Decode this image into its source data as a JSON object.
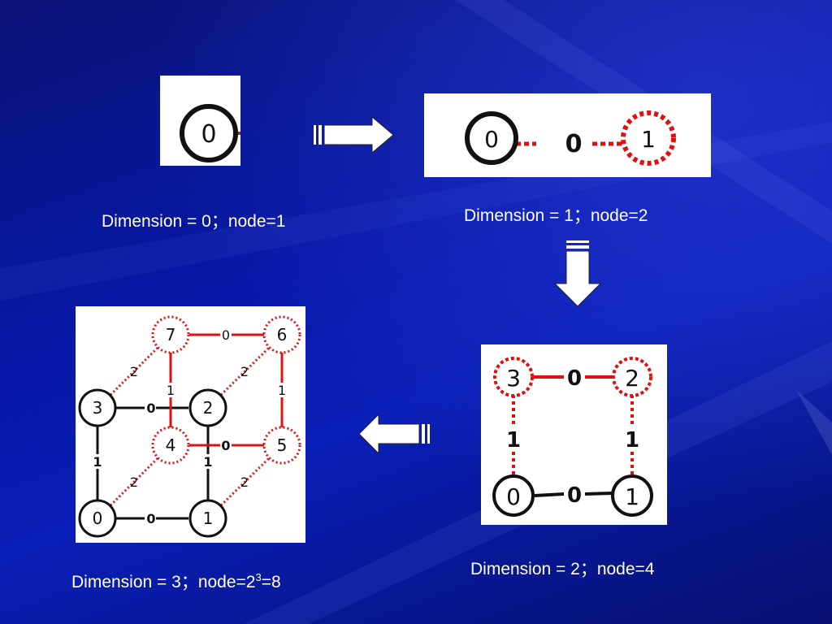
{
  "colors": {
    "background": "#0a1aa8",
    "edge_red": "#e01010",
    "node_black": "#111111",
    "panel": "#ffffff"
  },
  "captions": {
    "dim0": "Dimension = 0；node=1",
    "dim1": "Dimension = 1；node=2",
    "dim2": "Dimension = 2；node=4",
    "dim3_prefix": "Dimension = 3；node=2",
    "dim3_sup": "3",
    "dim3_suffix": "=8"
  },
  "dim0": {
    "nodes": [
      "0"
    ]
  },
  "dim1": {
    "nodes": [
      "0",
      "1"
    ],
    "edge_label": "0"
  },
  "dim2": {
    "nodes": [
      "0",
      "1",
      "2",
      "3"
    ],
    "edge_labels": {
      "bottom": "0",
      "top": "0",
      "left": "1",
      "right": "1"
    }
  },
  "dim3": {
    "nodes": [
      "0",
      "1",
      "2",
      "3",
      "4",
      "5",
      "6",
      "7"
    ],
    "edge_labels": {
      "e01": "0",
      "e32": "0",
      "e45": "0",
      "e76": "0",
      "e03": "1",
      "e12": "1",
      "e47": "1",
      "e56": "1",
      "e04": "2",
      "e15": "2",
      "e26": "2",
      "e37": "2"
    }
  },
  "arrows": [
    {
      "name": "right-arrow",
      "direction": "right"
    },
    {
      "name": "down-arrow",
      "direction": "down"
    },
    {
      "name": "left-arrow",
      "direction": "left"
    }
  ]
}
